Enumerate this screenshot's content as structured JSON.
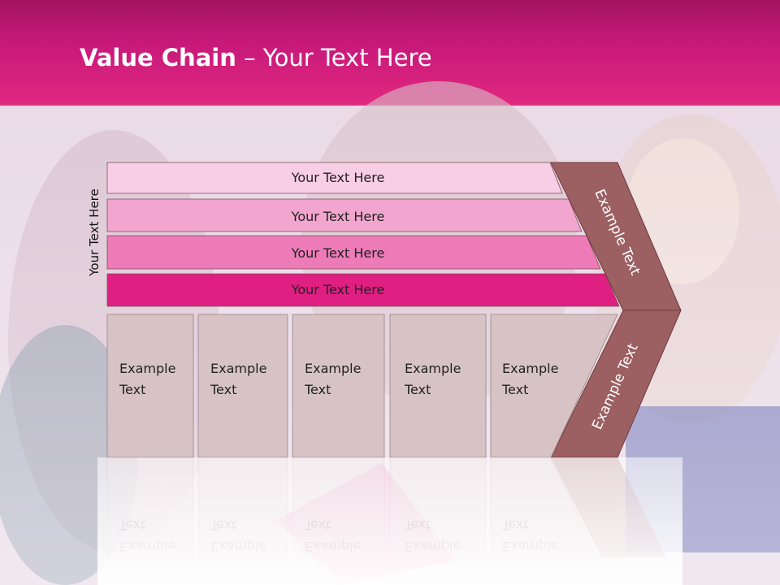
{
  "slide": {
    "title_bold": "Value Chain",
    "title_rest": " – Your Text Here",
    "vertical_label": "Your Text Here",
    "bars": [
      {
        "label": "Your Text Here",
        "color": "#f8cde6"
      },
      {
        "label": "Your Text Here",
        "color": "#f2a6cf"
      },
      {
        "label": "Your Text Here",
        "color": "#ec7bb7"
      },
      {
        "label": "Your Text Here",
        "color": "#df1f82"
      }
    ],
    "columns": [
      {
        "line1": "Example",
        "line2": "Text"
      },
      {
        "line1": "Example",
        "line2": "Text"
      },
      {
        "line1": "Example",
        "line2": "Text"
      },
      {
        "line1": "Example",
        "line2": "Text"
      },
      {
        "line1": "Example",
        "line2": "Text"
      }
    ],
    "arrow_upper_label": "Example Text",
    "arrow_lower_label": "Example Text",
    "colors": {
      "header": "#c7197a",
      "column_fill": "#d7c3c6",
      "arrow_fill": "#9c5f62"
    }
  }
}
